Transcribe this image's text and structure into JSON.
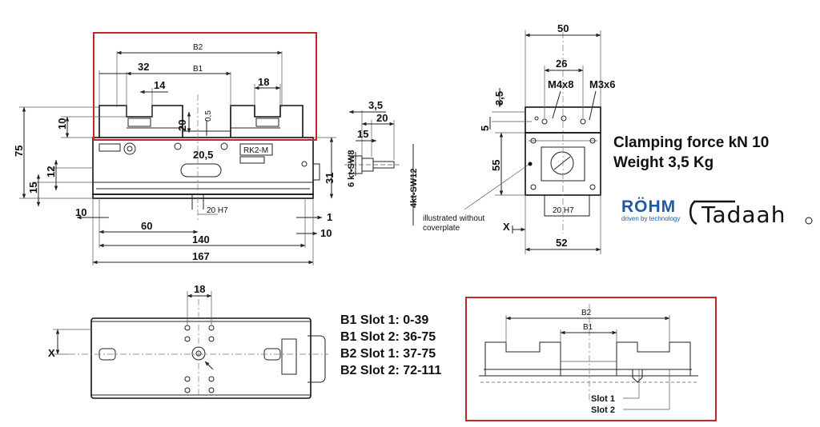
{
  "dimensions": {
    "front": {
      "b2": "B2",
      "b1": "B1",
      "d32": "32",
      "d14": "14",
      "d18": "18",
      "d20": "20",
      "d05": "0,5",
      "d20_5": "20,5",
      "d10_left": "10",
      "d75": "75",
      "d12": "12",
      "d15": "15",
      "d31": "31",
      "d10_bottom": "10",
      "d60": "60",
      "d140": "140",
      "d167": "167",
      "d1": "1",
      "d10_right": "10",
      "fit_20h7": "20 H7",
      "rk_label": "RK2-M"
    },
    "side": {
      "d3_5": "3,5",
      "d20": "20",
      "d15": "15",
      "sw8": "6 kt-SW8",
      "sw12": "4kt-SW12"
    },
    "end": {
      "d50": "50",
      "d26": "26",
      "m4x8": "M4x8",
      "m3x6": "M3x6",
      "d3_5": "3,5",
      "d5": "5",
      "d55": "55",
      "fit_20h7": "20 H7",
      "x": "X",
      "d52": "52",
      "note_line1": "illustrated without",
      "note_line2": "coverplate"
    },
    "top": {
      "d18": "18",
      "x": "X"
    },
    "detail": {
      "b2": "B2",
      "b1": "B1",
      "slot1": "Slot 1",
      "slot2": "Slot 2"
    }
  },
  "specs": {
    "line1": "Clamping force kN 10",
    "line2": "Weight 3,5 Kg"
  },
  "slots": [
    "B1 Slot 1: 0-39",
    "B1 Slot 2: 36-75",
    "B2 Slot 1: 37-75",
    "B2 Slot 2: 72-111"
  ],
  "logos": {
    "rohm_name": "RÖHM",
    "rohm_tagline": "driven by technology",
    "tadaah_name": "Tadaah"
  },
  "colors": {
    "highlight": "#c0282d",
    "rohm_blue": "#1c5aa6"
  }
}
